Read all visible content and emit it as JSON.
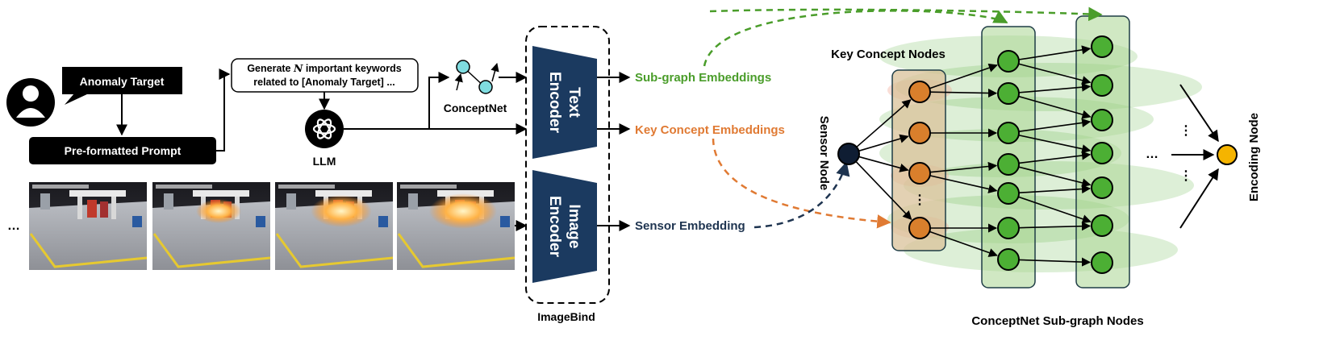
{
  "user": {
    "speech": "Anomaly Target"
  },
  "prompt_box": {
    "label": "Pre-formatted Prompt"
  },
  "llm_query": {
    "line1": "Generate ",
    "n_symbol": "N",
    "line1_rest": " important keywords",
    "line2": "related to [Anomaly Target] ..."
  },
  "llm": {
    "label": "LLM"
  },
  "conceptnet": {
    "label": "ConceptNet"
  },
  "frames": {
    "ellipsis": "…"
  },
  "imagebind": {
    "label": "ImageBind",
    "text_encoder": [
      "Text",
      "Encoder"
    ],
    "image_encoder": [
      "Image",
      "Encoder"
    ]
  },
  "embeddings": {
    "subgraph": "Sub-graph Embeddings",
    "key_concept": "Key Concept Embeddings",
    "sensor": "Sensor Embedding"
  },
  "graph": {
    "key_concept_title": "Key Concept Nodes",
    "sensor_node_label": "Sensor Node",
    "subgraph_title": "ConceptNet Sub-graph Nodes",
    "encoding_node_label": "Encoding Node",
    "vdots": "⋮",
    "hdots": "…"
  },
  "colors": {
    "dark_blue": "#1b3a60",
    "green_text": "#4a9d2a",
    "orange_text": "#e07a33",
    "sensor_text": "#1e3450",
    "orange_node": "#d97f2c",
    "green_node": "#4caf34",
    "cyan_node": "#7fdce0",
    "yellow_node": "#f5b400",
    "sensor_node": "#0f1d33"
  }
}
